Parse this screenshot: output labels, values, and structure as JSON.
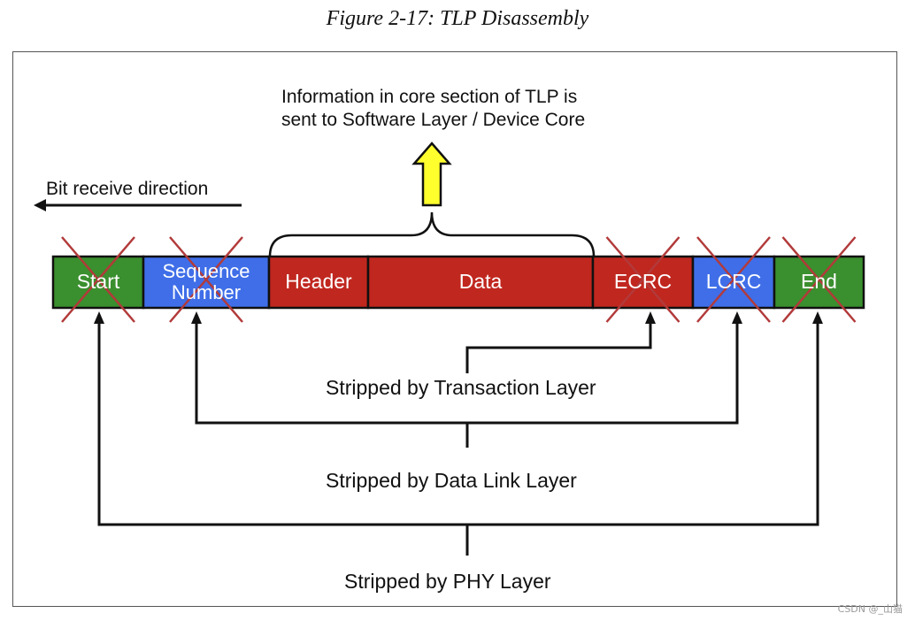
{
  "figure_caption": "Figure 2-17: TLP Disassembly",
  "info_text_line1": "Information in core section of TLP is",
  "info_text_line2": "sent to Software Layer / Device Core",
  "bit_direction": "Bit receive direction",
  "segments": [
    {
      "label": "Start",
      "color": "#3a8f2e",
      "stripped": true
    },
    {
      "label": "Sequence Number",
      "color": "#3f6ee8",
      "stripped": true
    },
    {
      "label": "Header",
      "color": "#c0271f",
      "stripped": false
    },
    {
      "label": "Data",
      "color": "#c0271f",
      "stripped": false
    },
    {
      "label": "ECRC",
      "color": "#c0271f",
      "stripped": true
    },
    {
      "label": "LCRC",
      "color": "#3f6ee8",
      "stripped": true
    },
    {
      "label": "End",
      "color": "#3a8f2e",
      "stripped": true
    }
  ],
  "layers": {
    "transaction": "Stripped by Transaction Layer",
    "data_link": "Stripped by Data Link Layer",
    "phy": "Stripped by PHY Layer"
  },
  "colors": {
    "arrow_fill": "#ffff2e",
    "cross": "#b23a3a",
    "line": "#111111"
  },
  "watermark": "CSDN @_山猫"
}
